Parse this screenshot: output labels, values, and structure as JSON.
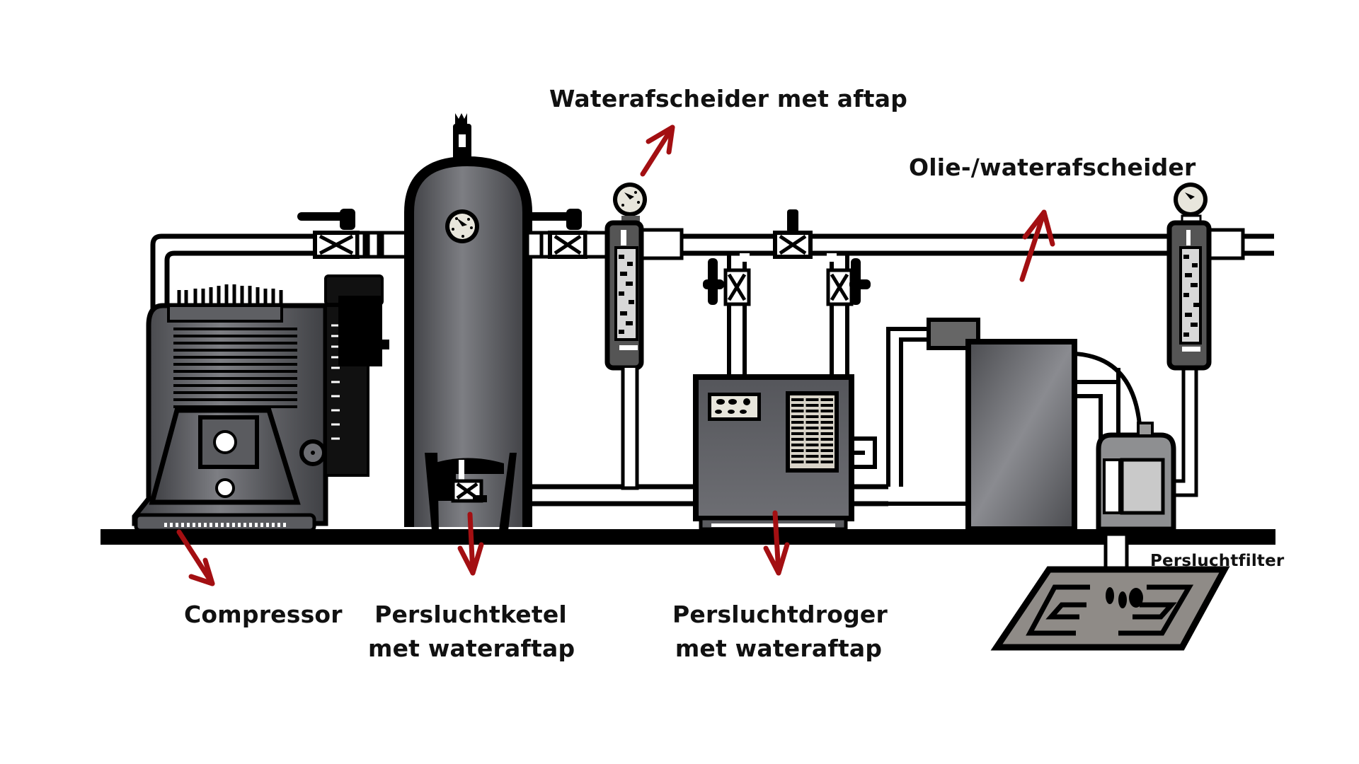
{
  "diagram": {
    "title": "Persluchtinstallatie",
    "colors": {
      "outline": "#000000",
      "metal_dark": "#4a4b4f",
      "metal_mid": "#6d6e73",
      "metal_light": "#9a9ba0",
      "gauge_face": "#e8e6dc",
      "arrow": "#a30f12",
      "pipe_fill": "#ffffff",
      "background": "#ffffff"
    },
    "components": [
      {
        "id": "compressor",
        "label": "Compressor"
      },
      {
        "id": "tank",
        "label_line1": "Persluchtketel",
        "label_line2": "met wateraftap"
      },
      {
        "id": "water-separator",
        "label": "Waterafscheider met aftap"
      },
      {
        "id": "dryer",
        "label_line1": "Persluchtdroger",
        "label_line2": "met wateraftap"
      },
      {
        "id": "oil-water-separator",
        "label": "Olie-/waterafscheider"
      },
      {
        "id": "air-filter",
        "label": "Persluchtfilter"
      }
    ]
  }
}
